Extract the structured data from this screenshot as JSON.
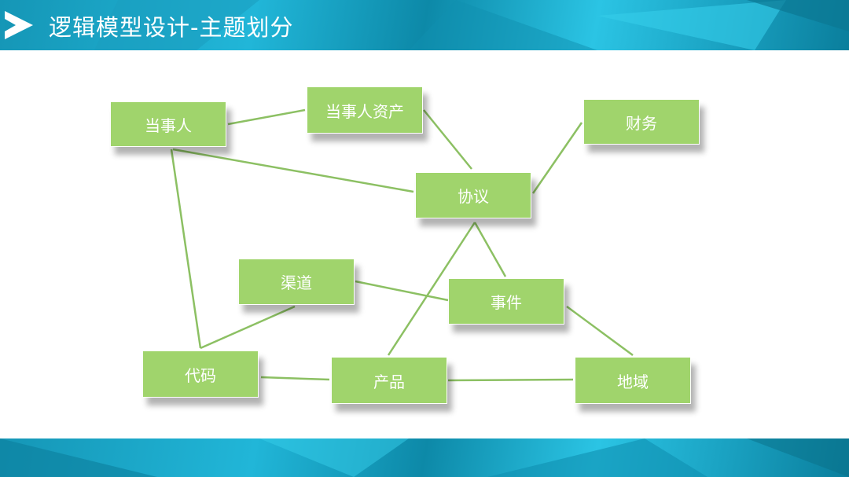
{
  "header": {
    "title": "逻辑模型设计-主题划分",
    "logo_icon": "play-arrow-logo-icon"
  },
  "nodes": {
    "dangshiren": "当事人",
    "dangshiren_zichan": "当事人资产",
    "caiwu": "财务",
    "xieyi": "协议",
    "qudao": "渠道",
    "shijian": "事件",
    "daima": "代码",
    "chanpin": "产品",
    "diyu": "地域"
  },
  "colors": {
    "node": "#a0d46c",
    "edge": "#8cc063",
    "band": "#1aa8c8"
  }
}
